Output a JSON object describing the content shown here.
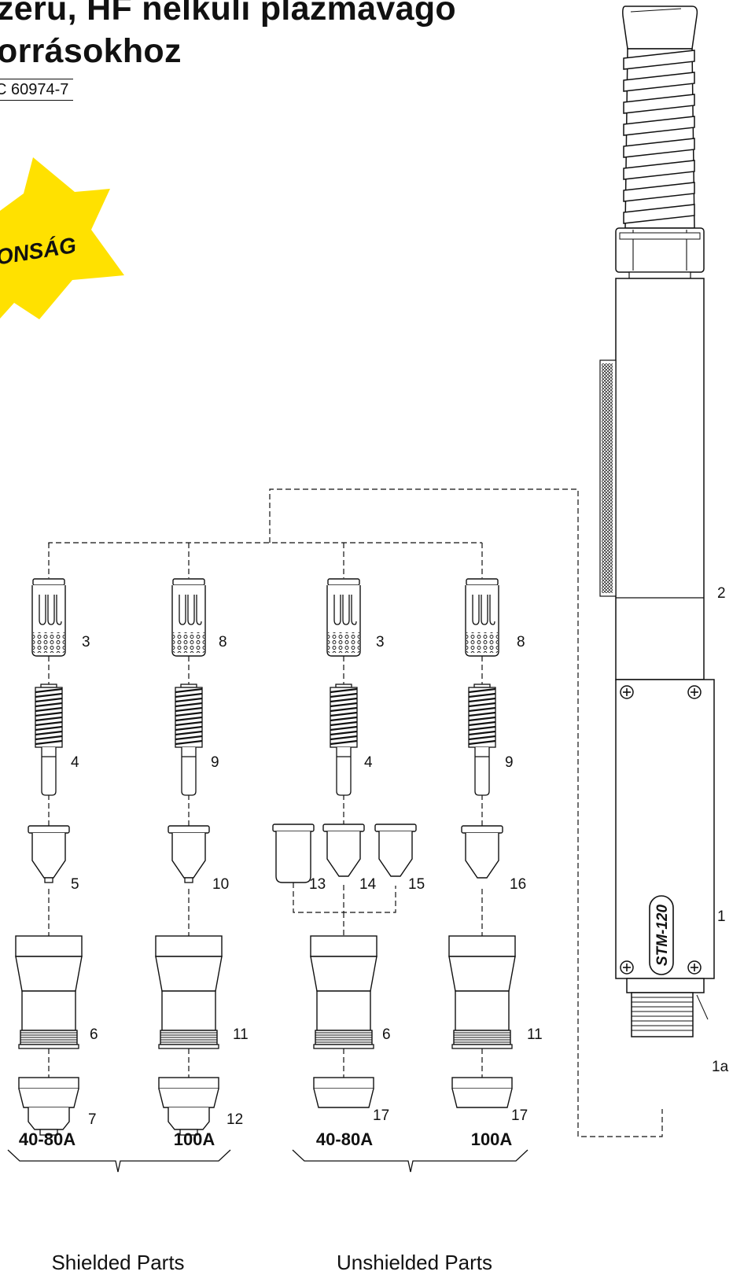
{
  "header": {
    "title_line1": "zeru, HF nelkuli plazmavago",
    "title_line2": "orrásokhoz",
    "standard": "C 60974-7"
  },
  "badge": {
    "text": "ONSÁG",
    "color": "#ffe100"
  },
  "torch": {
    "model": "STM-120"
  },
  "labels": {
    "torch_body_1": "1",
    "torch_tube_2": "2",
    "connector_1a": "1a"
  },
  "columns": [
    {
      "cap": "3",
      "electrode": "4",
      "tips": [
        "5"
      ],
      "cup": "6",
      "shield": "7",
      "amperage": "40-80A"
    },
    {
      "cap": "8",
      "electrode": "9",
      "tips": [
        "10"
      ],
      "cup": "11",
      "shield": "12",
      "amperage": "100A"
    },
    {
      "cap": "3",
      "electrode": "4",
      "tips": [
        "13",
        "14",
        "15"
      ],
      "cup": "6",
      "shield": "17",
      "amperage": "40-80A"
    },
    {
      "cap": "8",
      "electrode": "9",
      "tips": [
        "16"
      ],
      "cup": "11",
      "shield": "17",
      "amperage": "100A"
    }
  ],
  "groups": {
    "shielded": "Shielded Parts",
    "unshielded": "Unshielded Parts"
  }
}
